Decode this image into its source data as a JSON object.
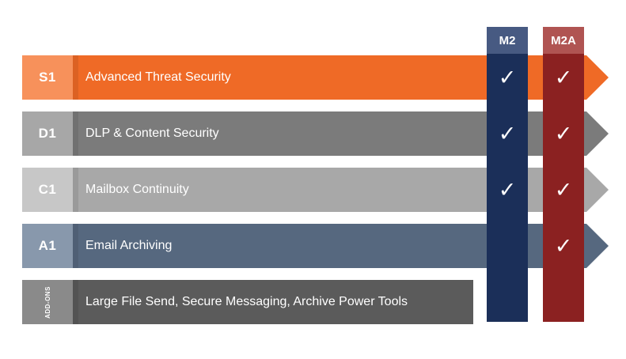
{
  "colors": {
    "m2_column": "#1b2f59",
    "m2a_column": "#8b2121",
    "m2_header": "#475a82",
    "m2a_header": "#b05452"
  },
  "columns": [
    {
      "label": "M2"
    },
    {
      "label": "M2A"
    }
  ],
  "rows": [
    {
      "code": "S1",
      "label": "Advanced Threat Security",
      "band_color": "#ef6a26",
      "tab_color": "#f7915b",
      "m2": true,
      "m2a": true
    },
    {
      "code": "D1",
      "label": "DLP & Content Security",
      "band_color": "#7b7b7b",
      "tab_color": "#a7a7a7",
      "m2": true,
      "m2a": true
    },
    {
      "code": "C1",
      "label": "Mailbox Continuity",
      "band_color": "#a8a8a8",
      "tab_color": "#c7c7c7",
      "m2": true,
      "m2a": true
    },
    {
      "code": "A1",
      "label": "Email Archiving",
      "band_color": "#56687f",
      "tab_color": "#8898ac",
      "m2": false,
      "m2a": true
    },
    {
      "code": "ADD-ONS",
      "label": "Large File Send, Secure Messaging, Archive Power Tools",
      "band_color": "#5b5b5b",
      "tab_color": "#8a8a8a",
      "m2": false,
      "m2a": false
    }
  ],
  "check_glyph": "✓"
}
